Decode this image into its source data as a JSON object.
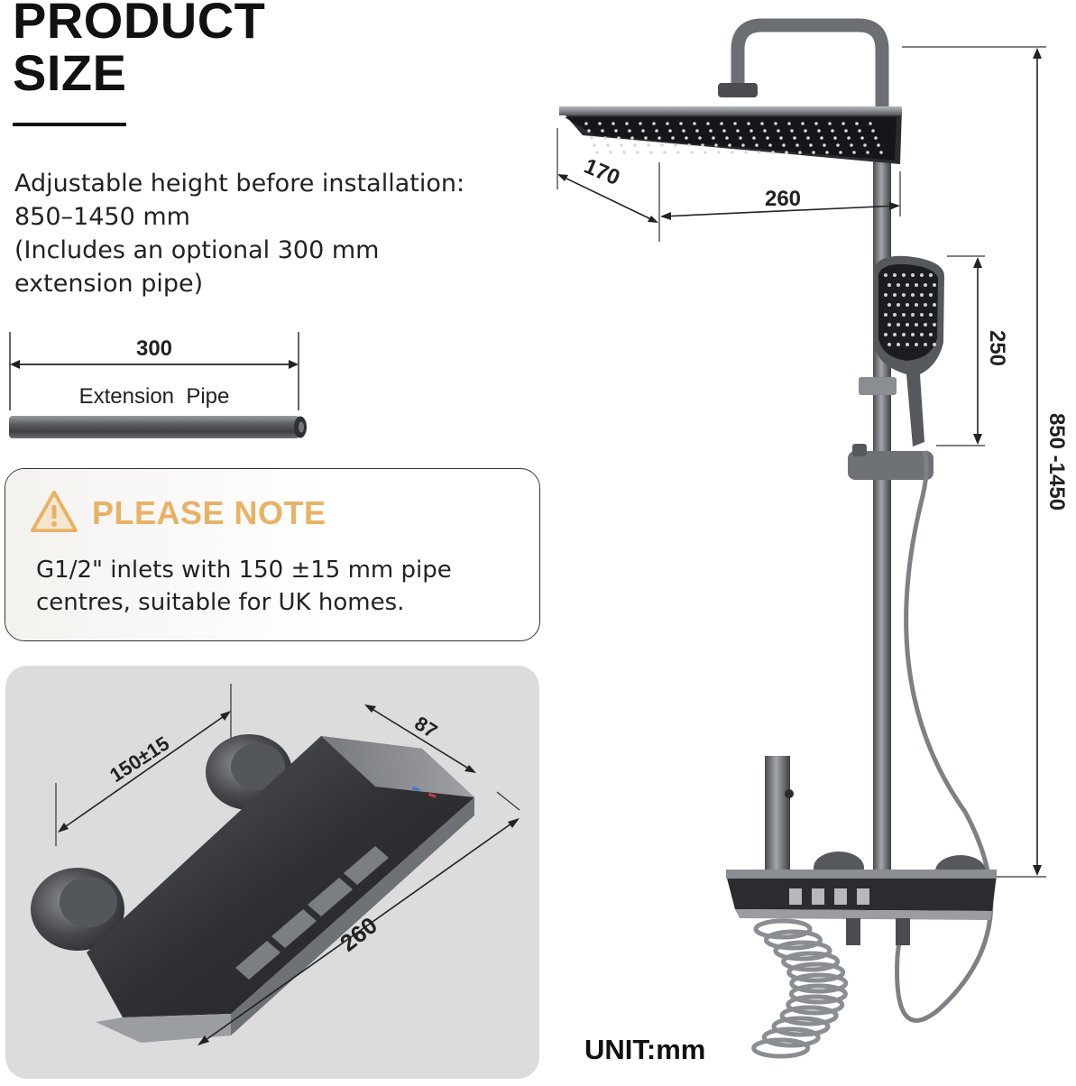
{
  "header": {
    "title_line1": "PRODUCT",
    "title_line2": "SIZE"
  },
  "description": {
    "line1": "Adjustable height before installation:",
    "line2": "850–1450 mm",
    "line3": "(Includes an optional 300 mm",
    "line4": "extension pipe)"
  },
  "extension_pipe": {
    "length": "300",
    "label": "Extension  Pipe"
  },
  "note": {
    "title": "PLEASE NOTE",
    "line1": "G1/2\" inlets with 150 ±15 mm pipe",
    "line2": "centres, suitable for UK homes.",
    "icon": "warning-triangle-icon",
    "accent_color": "#e8b266"
  },
  "valve": {
    "centres": "150±15",
    "depth": "87",
    "width": "260"
  },
  "shower": {
    "head_depth": "170",
    "head_width": "260",
    "handheld_height": "250",
    "total_height": "850 -1450"
  },
  "footer": {
    "unit": "UNIT:mm"
  },
  "colors": {
    "metal_dark": "#3a3c40",
    "metal_mid": "#6b6e73",
    "metal_light": "#a9acb0",
    "dimension_line": "#222222"
  }
}
